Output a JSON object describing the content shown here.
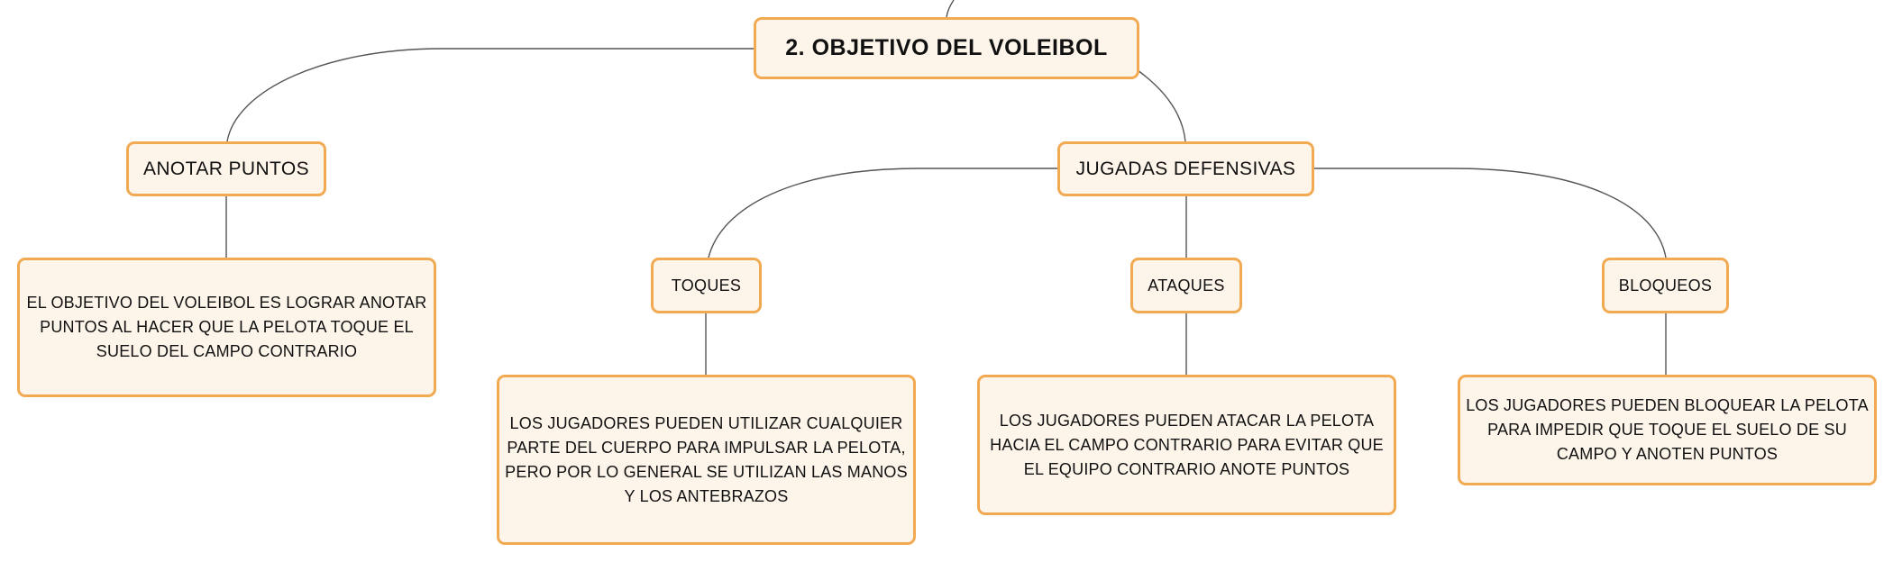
{
  "diagram": {
    "root": {
      "label": "2. OBJETIVO DEL VOLEIBOL"
    },
    "anotar": {
      "label": "ANOTAR PUNTOS",
      "description": "EL OBJETIVO DEL VOLEIBOL ES LOGRAR ANOTAR PUNTOS AL HACER QUE LA PELOTA TOQUE EL SUELO DEL CAMPO CONTRARIO"
    },
    "defensivas": {
      "label": "JUGADAS DEFENSIVAS",
      "toques": {
        "label": "TOQUES",
        "description": "LOS JUGADORES PUEDEN UTILIZAR CUALQUIER PARTE DEL CUERPO PARA IMPULSAR LA PELOTA, PERO POR LO GENERAL SE UTILIZAN LAS MANOS Y LOS ANTEBRAZOS"
      },
      "ataques": {
        "label": "ATAQUES",
        "description": "LOS JUGADORES PUEDEN ATACAR LA PELOTA HACIA EL CAMPO CONTRARIO PARA EVITAR QUE EL EQUIPO CONTRARIO ANOTE PUNTOS"
      },
      "bloqueos": {
        "label": "BLOQUEOS",
        "description": "LOS JUGADORES PUEDEN BLOQUEAR LA PELOTA PARA IMPEDIR QUE TOQUE EL SUELO DE SU CAMPO Y ANOTEN PUNTOS"
      }
    }
  },
  "colors": {
    "node_fill": "#fdf4ea",
    "node_border": "#f2aa52",
    "connector": "#555555"
  }
}
